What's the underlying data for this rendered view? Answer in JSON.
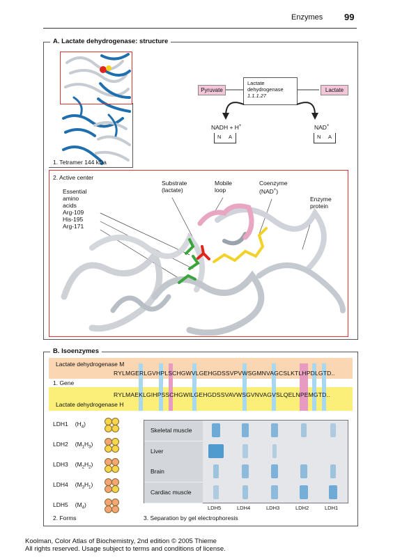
{
  "header": {
    "section": "Enzymes",
    "page": "99"
  },
  "sectionA": {
    "title": "A. Lactate dehydrogenase: structure",
    "tetramer_caption": "1. Tetramer 144 kDa",
    "reaction": {
      "enzyme_line1": "Lactate",
      "enzyme_line2": "dehydrogenase",
      "ec": "1.1.1.27",
      "left": "Pyruvate",
      "right": "Lactate",
      "cofactor_left": "NADH + H",
      "cofactor_right": "NAD",
      "plus": "+",
      "n": "N",
      "a": "A"
    },
    "active_center": {
      "title": "2. Active center",
      "essential": [
        "Essential",
        "amino",
        "acids"
      ],
      "residues": [
        "Arg-109",
        "His-195",
        "Arg-171"
      ],
      "substrate": [
        "Substrate",
        "(lactate)"
      ],
      "loop": [
        "Mobile",
        "loop"
      ],
      "coenzyme": [
        "Coenzyme",
        "(NAD",
        ")"
      ],
      "protein": [
        "Enzyme",
        "protein"
      ]
    }
  },
  "sectionB": {
    "title": "B. Isoenzymes",
    "ldh_m": "Lactate dehydrogenase M",
    "ldh_h": "Lactate dehydrogenase H",
    "gene": "1. Gene",
    "seq_m": "RYLMGERLGVHPLSCHGWVLGEHGDSSVPVWSGMNVAGCSLKTLHPDLGTD..",
    "seq_h": "RYLMAEKLGIHPSSCHGWILGEHGDSSVAVWSGVNVAGVSLQELNPEMGTD..",
    "forms": [
      {
        "name": "LDH1",
        "sub": "(H",
        "n": "4",
        "close": ")"
      },
      {
        "name": "LDH2",
        "sub": "(M",
        "n": "1",
        "mid": "H",
        "n2": "3",
        "close": ")"
      },
      {
        "name": "LDH3",
        "sub": "(M",
        "n": "2",
        "mid": "H",
        "n2": "2",
        "close": ")"
      },
      {
        "name": "LDH4",
        "sub": "(M",
        "n": "3",
        "mid": "H",
        "n2": "1",
        "close": ")"
      },
      {
        "name": "LDH5",
        "sub": "(M",
        "n": "4",
        "close": ")"
      }
    ],
    "forms_caption": "2. Forms",
    "gel_rows": [
      "Skeletal muscle",
      "Liver",
      "Brain",
      "Cardiac muscle"
    ],
    "gel_lanes": [
      "LDH5",
      "LDH4",
      "LDH3",
      "LDH2",
      "LDH1"
    ],
    "gel_caption": "3. Separation by gel electrophoresis"
  },
  "footer": {
    "line1": "Koolman, Color Atlas of Biochemistry, 2nd edition © 2005 Thieme",
    "line2": "All rights reserved. Usage subject to terms and conditions of license."
  },
  "colors": {
    "blue": "#1f6fae",
    "pink": "#f3c6d8",
    "peach": "#fbd6b3",
    "yellow": "#fbef7a",
    "green": "#3aa53a",
    "red": "#e0251c"
  }
}
